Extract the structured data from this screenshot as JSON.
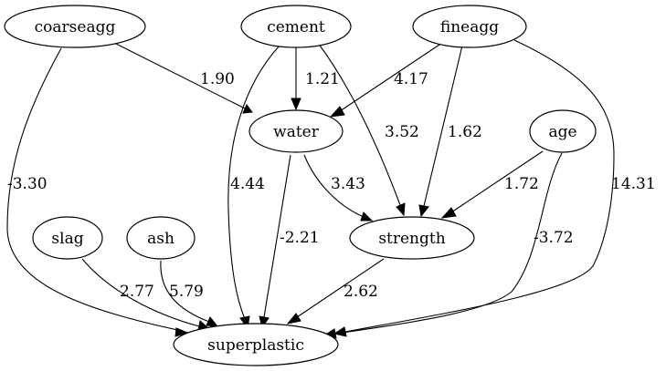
{
  "graph": {
    "nodes": {
      "coarseagg": "coarseagg",
      "cement": "cement",
      "fineagg": "fineagg",
      "water": "water",
      "age": "age",
      "slag": "slag",
      "ash": "ash",
      "strength": "strength",
      "superplastic": "superplastic"
    },
    "edges": [
      {
        "from": "coarseagg",
        "to": "water",
        "weight": "1.90"
      },
      {
        "from": "coarseagg",
        "to": "superplastic",
        "weight": "-3.30"
      },
      {
        "from": "cement",
        "to": "water",
        "weight": "1.21"
      },
      {
        "from": "cement",
        "to": "strength",
        "weight": "3.52"
      },
      {
        "from": "cement",
        "to": "superplastic",
        "weight": "4.44"
      },
      {
        "from": "fineagg",
        "to": "water",
        "weight": "4.17"
      },
      {
        "from": "fineagg",
        "to": "strength",
        "weight": "1.62"
      },
      {
        "from": "fineagg",
        "to": "superplastic",
        "weight": "14.31"
      },
      {
        "from": "water",
        "to": "strength",
        "weight": "3.43"
      },
      {
        "from": "water",
        "to": "superplastic",
        "weight": "-2.21"
      },
      {
        "from": "age",
        "to": "strength",
        "weight": "1.72"
      },
      {
        "from": "age",
        "to": "superplastic",
        "weight": "-3.72"
      },
      {
        "from": "slag",
        "to": "superplastic",
        "weight": "2.77"
      },
      {
        "from": "ash",
        "to": "superplastic",
        "weight": "5.79"
      },
      {
        "from": "strength",
        "to": "superplastic",
        "weight": "2.62"
      }
    ]
  }
}
